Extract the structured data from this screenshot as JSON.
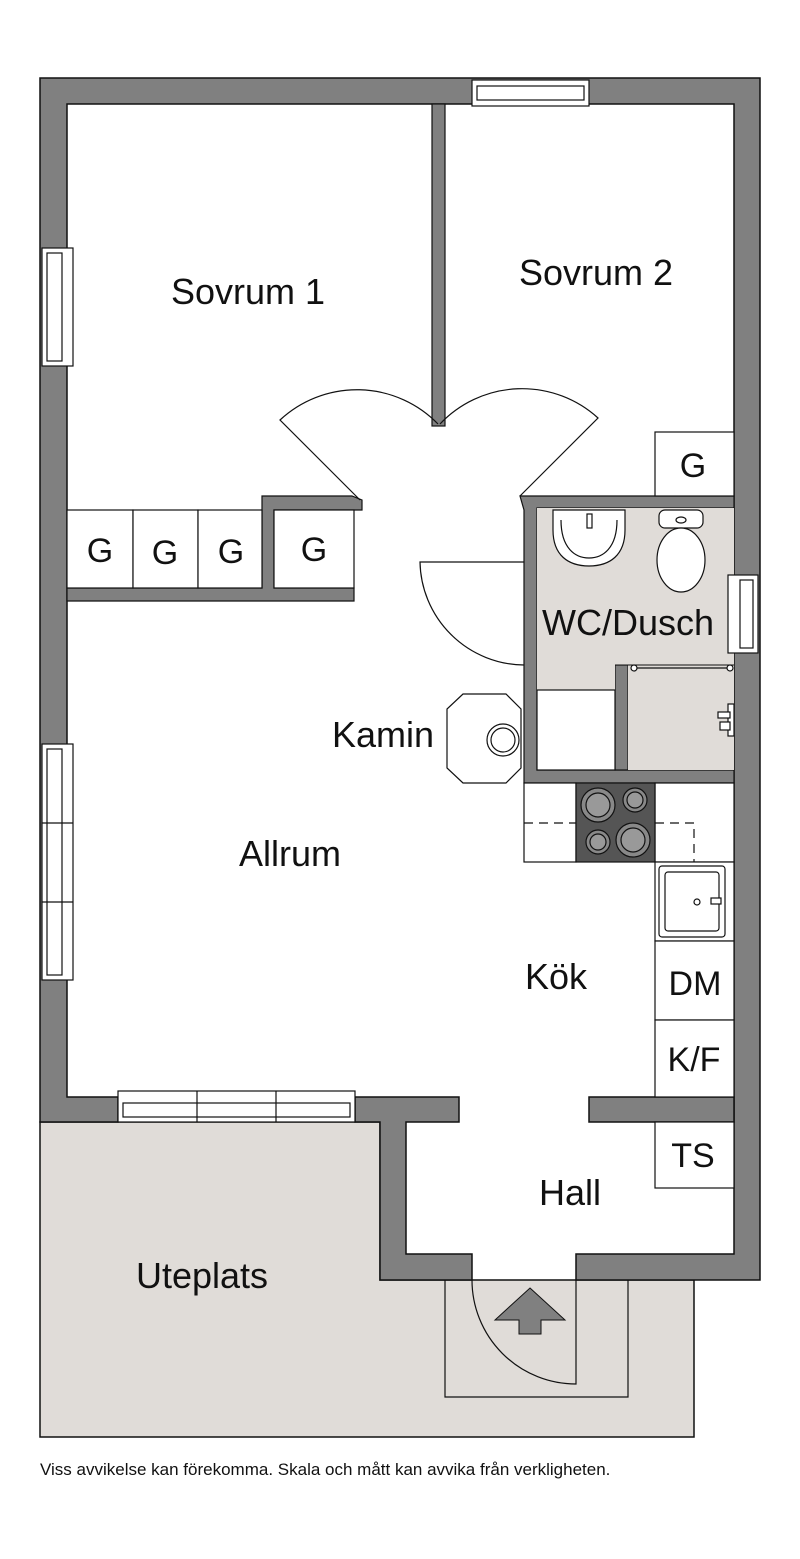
{
  "rooms": {
    "sovrum1": "Sovrum 1",
    "sovrum2": "Sovrum 2",
    "wc": "WC/Dusch",
    "kamin": "Kamin",
    "allrum": "Allrum",
    "kok": "Kök",
    "hall": "Hall",
    "uteplats": "Uteplats"
  },
  "closets": {
    "g1": "G",
    "g2": "G",
    "g3": "G",
    "g4": "G",
    "g5": "G"
  },
  "appliances": {
    "dm": "DM",
    "kf": "K/F",
    "ts": "TS"
  },
  "disclaimer": "Viss avvikelse kan förekomma. Skala och mått kan avvika från verkligheten.",
  "colors": {
    "wall": "#808080",
    "wet_room": "#e0dcd8",
    "patio": "#e0dcd8",
    "stove": "#555555"
  }
}
